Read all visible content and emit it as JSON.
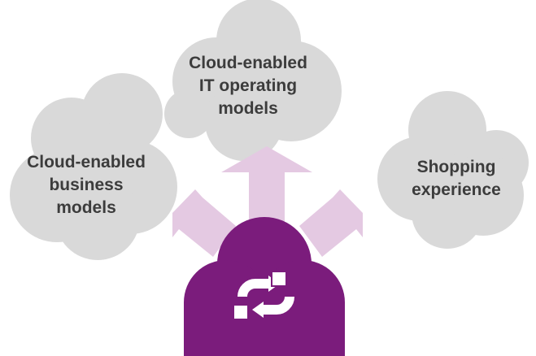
{
  "colors": {
    "cloud_fill": "#d9d9d9",
    "arrow_fill": "#e4c9e2",
    "hub_fill": "#7b1c7c",
    "icon_fill": "#ffffff",
    "text": "#3c3c3c"
  },
  "clouds": {
    "left": {
      "lines": [
        "Cloud-enabled",
        "business",
        "models"
      ]
    },
    "top": {
      "lines": [
        "Cloud-enabled",
        "IT operating",
        "models"
      ]
    },
    "right": {
      "lines": [
        "Shopping",
        "experience"
      ]
    }
  },
  "hub": {
    "icon": "cycle-arrows-icon"
  },
  "arrows": [
    "arrow-to-left-cloud",
    "arrow-to-top-cloud",
    "arrow-to-right-cloud"
  ]
}
